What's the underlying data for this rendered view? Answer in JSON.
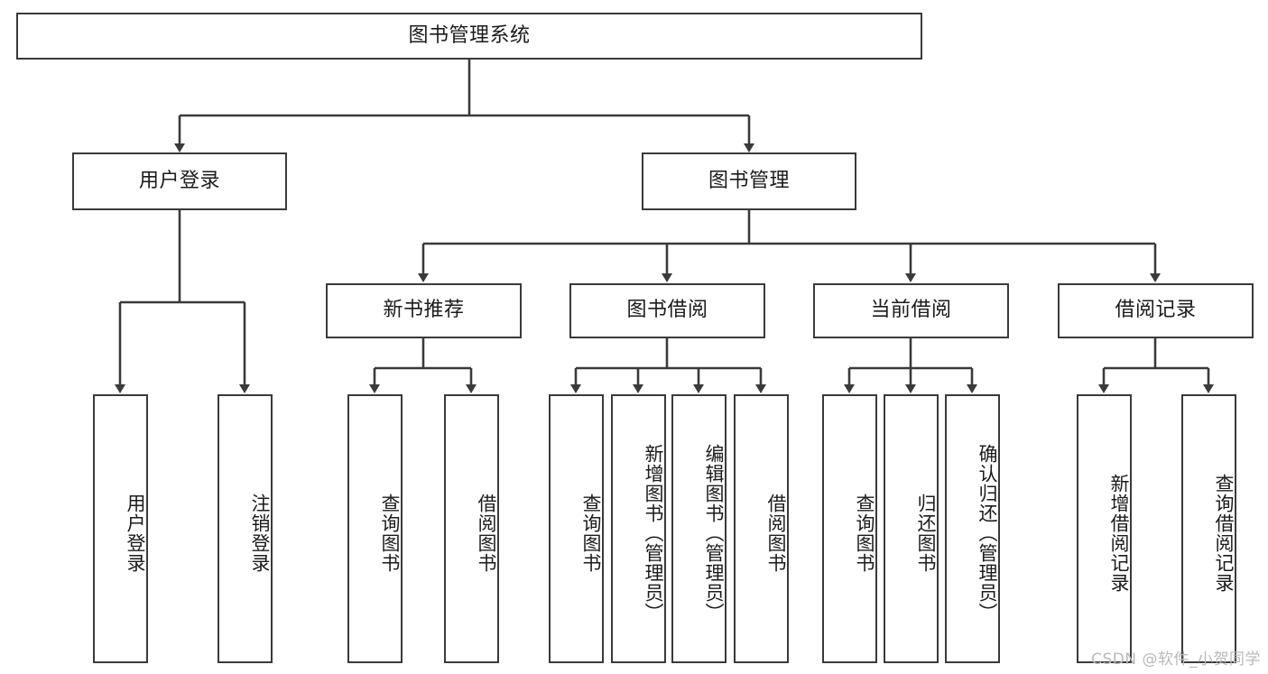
{
  "diagram": {
    "title": "图书管理系统",
    "watermark": "CSDN @软件_小贺同学",
    "style": {
      "box_border_color": "#3a3a3a",
      "box_fill_color": "#ffffff",
      "line_color": "#3a3a3a",
      "text_color": "#1b1b1b",
      "watermark_color": "#b9b9b9",
      "background_color": "#ffffff"
    },
    "root": {
      "label": "图书管理系统"
    },
    "level2": [
      {
        "label": "用户登录"
      },
      {
        "label": "图书管理"
      }
    ],
    "level3": [
      {
        "label": "新书推荐"
      },
      {
        "label": "图书借阅"
      },
      {
        "label": "当前借阅"
      },
      {
        "label": "借阅记录"
      }
    ],
    "leaves": {
      "user_login": [
        {
          "label": "用户登录"
        },
        {
          "label": "注销登录"
        }
      ],
      "new_book_recommend": [
        {
          "label": "查询图书"
        },
        {
          "label": "借阅图书"
        }
      ],
      "book_borrow": [
        {
          "label": "查询图书"
        },
        {
          "label": "新增图书（管理员）"
        },
        {
          "label": "编辑图书（管理员）"
        },
        {
          "label": "借阅图书"
        }
      ],
      "current_borrow": [
        {
          "label": "查询图书"
        },
        {
          "label": "归还图书"
        },
        {
          "label": "确认归还（管理员）"
        }
      ],
      "borrow_record": [
        {
          "label": "新增借阅记录"
        },
        {
          "label": "查询借阅记录"
        }
      ]
    }
  }
}
